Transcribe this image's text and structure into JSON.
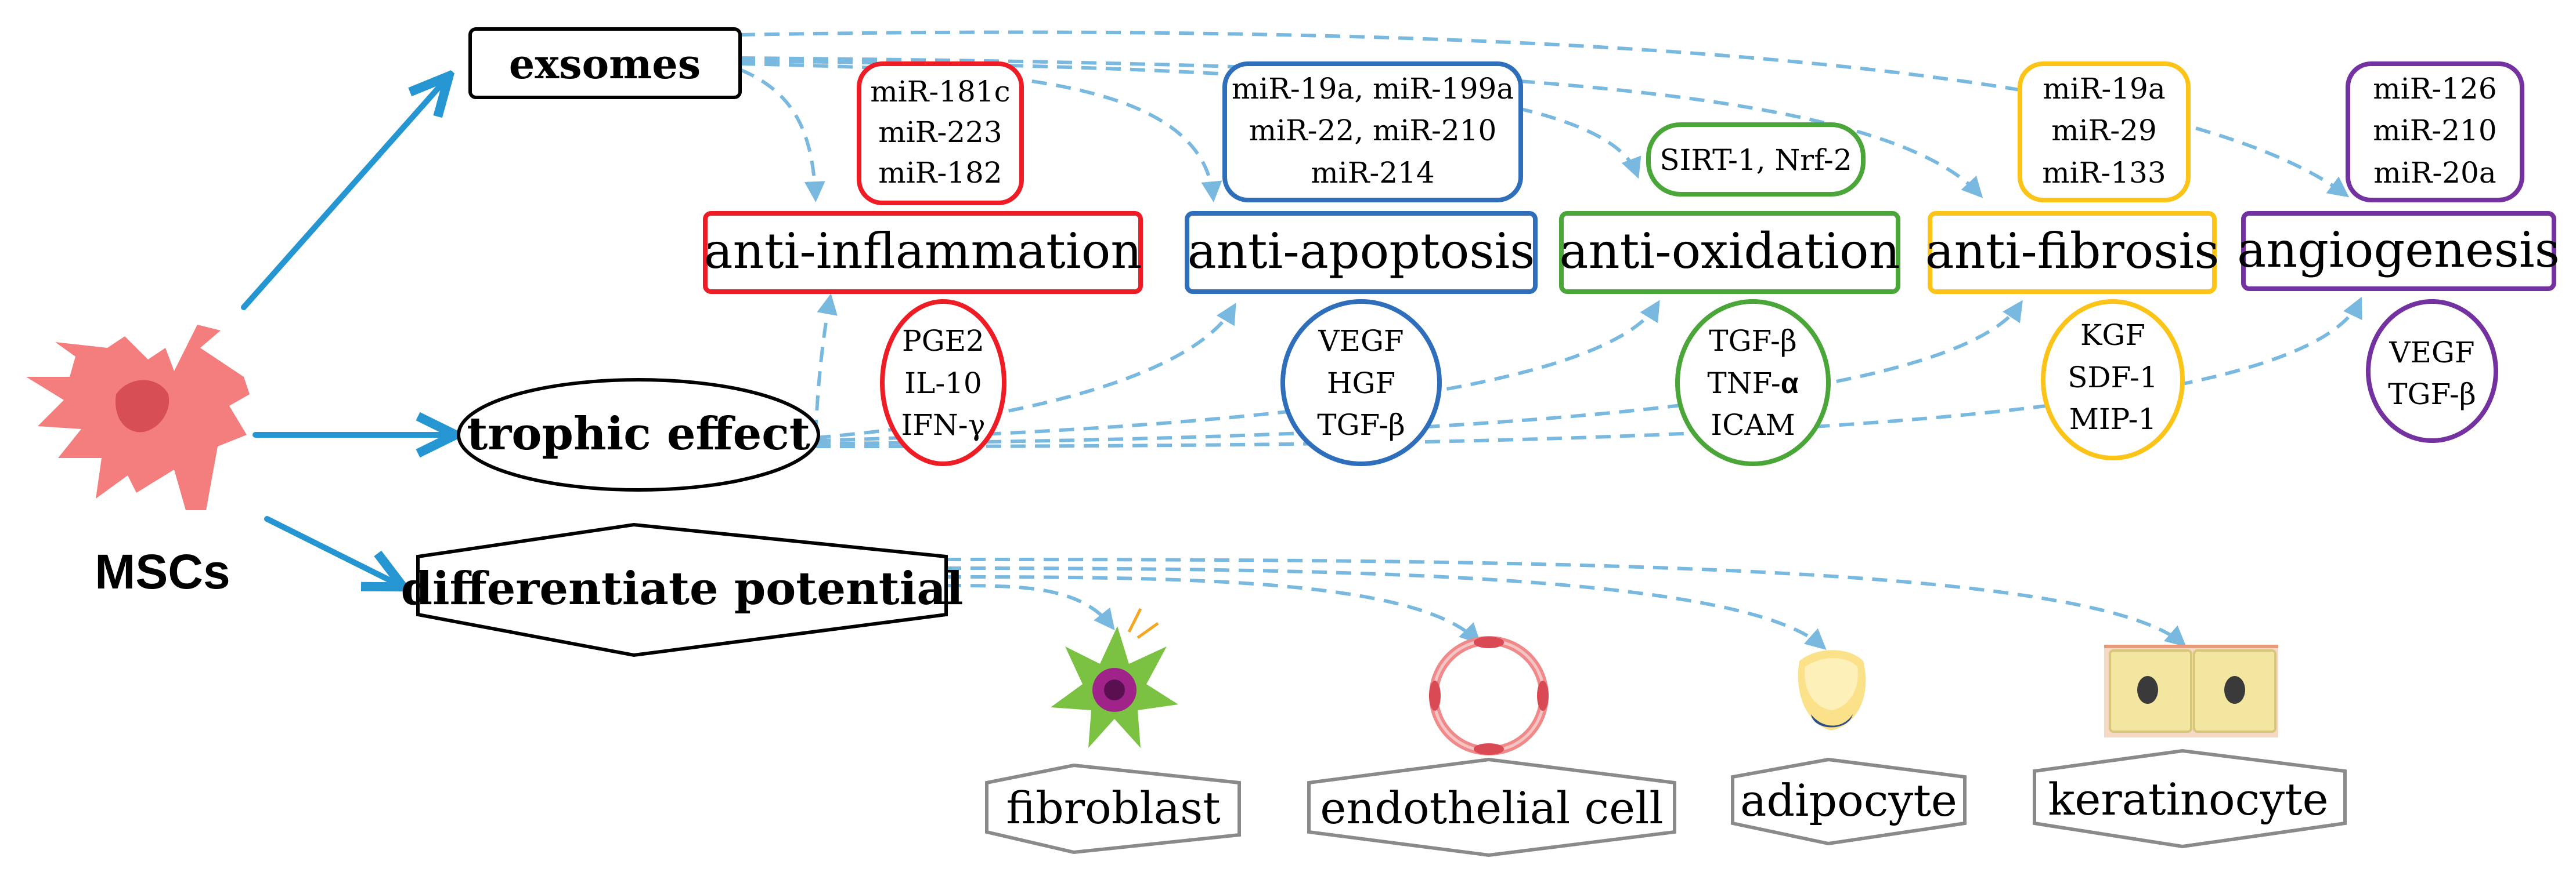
{
  "colors": {
    "red": "#ee1c25",
    "blue": "#2f6eba",
    "green": "#4ba639",
    "yellow": "#fcc419",
    "purple": "#7432a0",
    "arrow_blue": "#2596d2",
    "dash_blue": "#7ab9df",
    "cell_pink": "#f47e7e",
    "hex_gray": "#8a8a8a"
  },
  "source": {
    "label": "MSCs",
    "icon": "mesenchymal-stem-cell-icon"
  },
  "mechanisms": {
    "exosomes": "exsomes",
    "trophic": "trophic effect",
    "differentiate": "differentiate potential"
  },
  "effects": {
    "anti_inflammation": {
      "label": "anti-inflammation",
      "mirnas": [
        "miR-181c",
        "miR-223",
        "miR-182"
      ],
      "factors": [
        "PGE2",
        "IL-10",
        "IFN-γ"
      ]
    },
    "anti_apoptosis": {
      "label": "anti-apoptosis",
      "mirnas": [
        "miR-19a, miR-199a",
        "miR-22, miR-210",
        "miR-214"
      ],
      "factors": [
        "VEGF",
        "HGF",
        "TGF-β"
      ]
    },
    "anti_oxidation": {
      "label": "anti-oxidation",
      "mirnas": [
        "SIRT-1, Nrf-2"
      ],
      "factors": [
        "TGF-β",
        "TNF-",
        "ICAM"
      ],
      "factor_suffix": "α"
    },
    "anti_fibrosis": {
      "label": "anti-fibrosis",
      "mirnas": [
        "miR-19a",
        "miR-29",
        "miR-133"
      ],
      "factors": [
        "KGF",
        "SDF-1",
        "MIP-1"
      ]
    },
    "angiogenesis": {
      "label": "angiogenesis",
      "mirnas": [
        "miR-126",
        "miR-210",
        "miR-20a"
      ],
      "factors": [
        "VEGF",
        "TGF-β"
      ]
    }
  },
  "cells": [
    {
      "label": "fibroblast",
      "icon": "fibroblast-icon"
    },
    {
      "label": "endothelial cell",
      "icon": "endothelial-cell-icon"
    },
    {
      "label": "adipocyte",
      "icon": "adipocyte-icon"
    },
    {
      "label": "keratinocyte",
      "icon": "keratinocyte-icon"
    }
  ]
}
